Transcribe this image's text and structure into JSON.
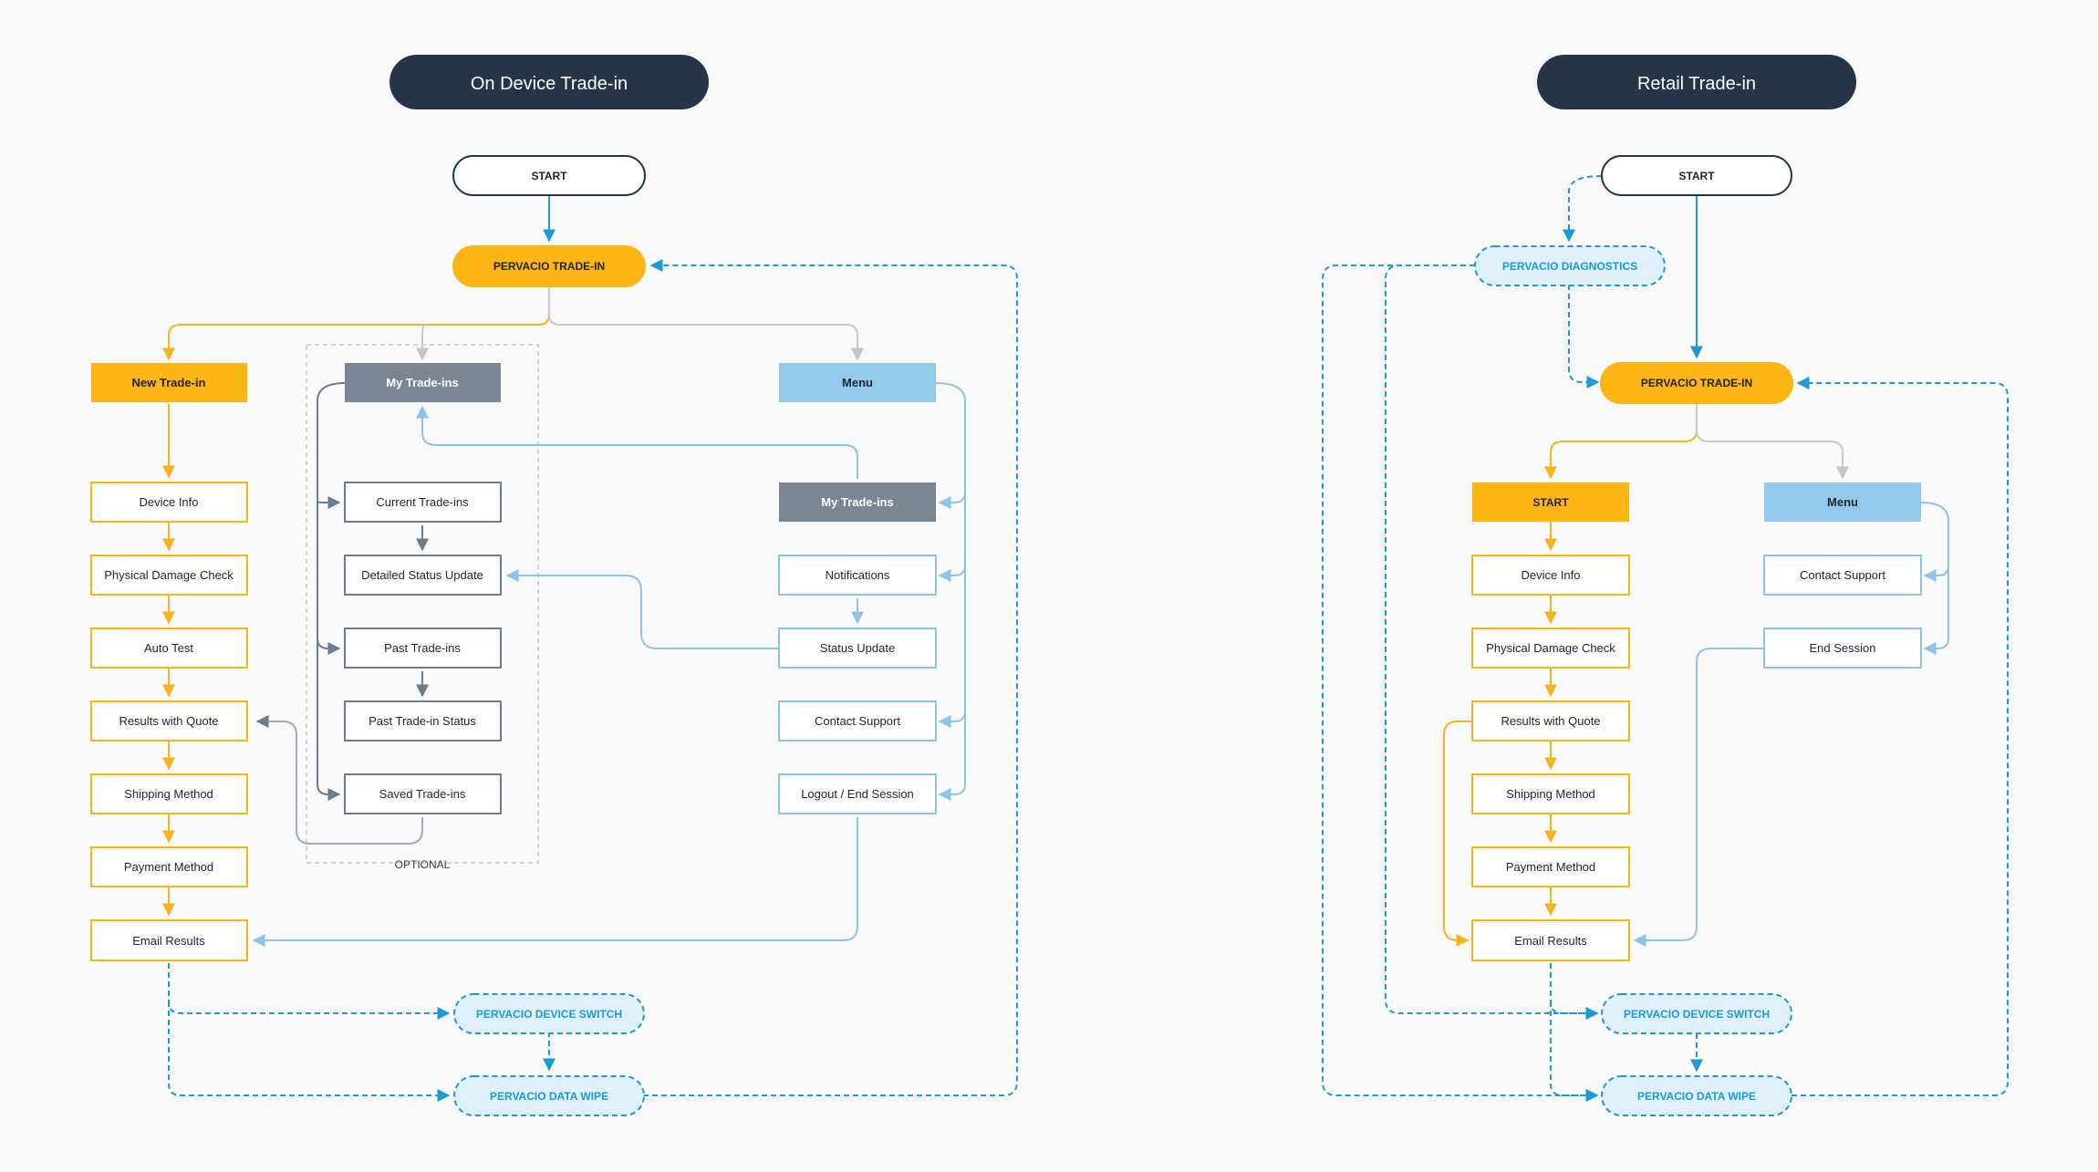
{
  "colors": {
    "background": "#f9f9f9",
    "header": "#253547",
    "yellow": "#fdb515",
    "yellow_line": "#f4b41a",
    "grey_node": "#7a8694",
    "grey_line": "#c8c8c8",
    "blue_light": "#93c9ea",
    "blue_line": "#8fc3e6",
    "blue_dashed": "#1a9ad6",
    "blue_fill": "#dff0fb",
    "dark_text": "#1d2530"
  },
  "left": {
    "title": "On Device Trade-in",
    "optional_label": "OPTIONAL",
    "nodes": {
      "start": "START",
      "trade_in": "PERVACIO TRADE-IN",
      "new_trade_in": "New Trade-in",
      "device_info": "Device Info",
      "damage_check": "Physical Damage Check",
      "auto_test": "Auto Test",
      "results": "Results with Quote",
      "shipping": "Shipping Method",
      "payment": "Payment Method",
      "email": "Email Results",
      "my_trade_ins": "My Trade-ins",
      "current": "Current Trade-ins",
      "detailed": "Detailed Status Update",
      "past": "Past Trade-ins",
      "past_status": "Past Trade-in Status",
      "saved": "Saved Trade-ins",
      "menu": "Menu",
      "menu_my_trade_ins": "My Trade-ins",
      "notifications": "Notifications",
      "status_update": "Status Update",
      "contact_support": "Contact Support",
      "logout": "Logout / End Session",
      "device_switch": "PERVACIO DEVICE SWITCH",
      "data_wipe": "PERVACIO DATA WIPE"
    }
  },
  "right": {
    "title": "Retail Trade-in",
    "nodes": {
      "start": "START",
      "diagnostics": "PERVACIO DIAGNOSTICS",
      "trade_in": "PERVACIO TRADE-IN",
      "start2": "START",
      "device_info": "Device Info",
      "damage_check": "Physical Damage Check",
      "results": "Results with Quote",
      "shipping": "Shipping Method",
      "payment": "Payment Method",
      "email": "Email Results",
      "menu": "Menu",
      "contact_support": "Contact Support",
      "end_session": "End Session",
      "device_switch": "PERVACIO DEVICE SWITCH",
      "data_wipe": "PERVACIO DATA WIPE"
    }
  }
}
